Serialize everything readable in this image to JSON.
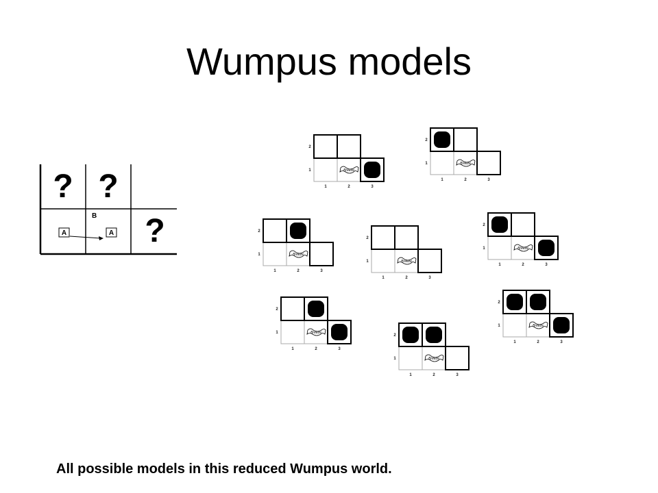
{
  "title": "Wumpus models",
  "caption": "All possible models in this reduced Wumpus world.",
  "left_diagram": {
    "question_mark": "?",
    "breeze_label": "B",
    "agent_label": "A",
    "pits": [
      [
        1,
        2
      ],
      [
        2,
        2
      ],
      [
        3,
        1
      ]
    ]
  },
  "models": {
    "breeze_label": "Breeze",
    "row_ticks": [
      "1",
      "2"
    ],
    "col_ticks": [
      "1",
      "2",
      "3"
    ],
    "pit_sets": [
      [
        [
          3,
          1
        ]
      ],
      [
        [
          1,
          2
        ]
      ],
      [
        [
          2,
          2
        ]
      ],
      [],
      [
        [
          1,
          2
        ],
        [
          3,
          1
        ]
      ],
      [
        [
          2,
          2
        ],
        [
          3,
          1
        ]
      ],
      [
        [
          1,
          2
        ],
        [
          2,
          2
        ]
      ],
      [
        [
          1,
          2
        ],
        [
          2,
          2
        ],
        [
          3,
          1
        ]
      ]
    ]
  },
  "colors": {
    "pit": "#000000",
    "grey_grid": "#aaaaaa"
  }
}
